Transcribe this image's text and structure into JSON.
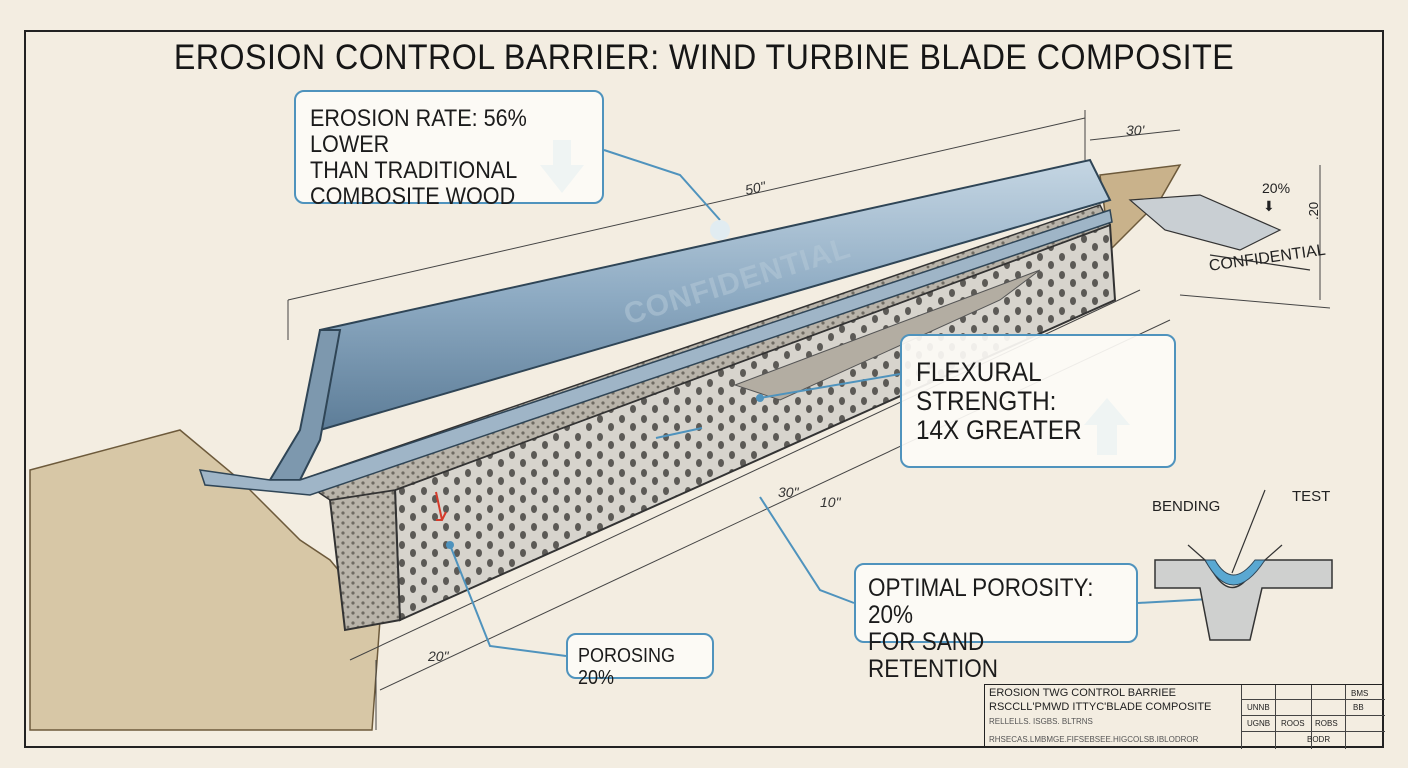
{
  "title": "EROSION CONTROL BARRIER: WIND TURBINE BLADE COMPOSITE",
  "callouts": {
    "erosion_rate": "EROSION RATE: 56% LOWER\nTHAN TRADITIONAL\n  COMBOSITE WOOD",
    "flexural": "FLEXURAL STRENGTH:\n 14X GREATER",
    "porosity": "OPTIMAL POROSITY: 20%\n FOR SAND RETENTION",
    "porosing": "POROSING 20%"
  },
  "watermark": "CONFIDENTIAL",
  "detail": {
    "confidential": "CONFIDENTIAL",
    "percent": "20%",
    "side_dim": ".20",
    "bending": "BENDING",
    "test": "TEST"
  },
  "dimensions": {
    "top_length": "50\"",
    "top_end": "30'",
    "bottom_30": "30\"",
    "bottom_10": "10\"",
    "bottom_20": "20\""
  },
  "title_block": {
    "line1": "EROSION TWG CONTROL BARRIEE",
    "line2": "RSCCLL'PMWD ITTYC'BLADE COMPOSITE",
    "line3": "RELLELLS. ISGBS. BLTRNS",
    "line4": "RHSECAS.LMBMGE.FIFSEBSEE.HIGCOLSB.IBLODROR",
    "cell_a": "UGNB",
    "cell_b": "UNNB",
    "cell_c": "ROOS",
    "cell_d": "ROBS",
    "cell_e": "BMS",
    "cell_f": "BB",
    "cell_g": "BODR"
  },
  "colors": {
    "accent": "#4f93bd",
    "arrow": "#4aa2cc",
    "barrier": "#8aa9c2",
    "concrete": "#d6d3cc",
    "paper": "#f3ede1"
  }
}
